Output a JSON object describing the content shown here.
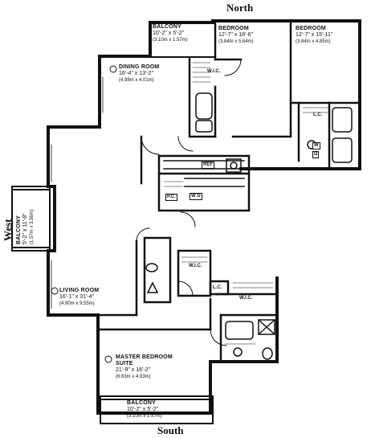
{
  "compass": {
    "north": "North",
    "south": "South",
    "west": "West"
  },
  "rooms": {
    "balcony_north": {
      "name": "BALCONY",
      "dim_ft": "10'-2\" x 5'-2\"",
      "dim_m": "(3.10m x 1.57m)"
    },
    "bedroom_1": {
      "name": "BEDROOM",
      "dim_ft": "12'-7\" x 18'-6\"",
      "dim_m": "(3.84m x 5.64m)"
    },
    "bedroom_2": {
      "name": "BEDROOM",
      "dim_ft": "12'-7\" x 15'-11\"",
      "dim_m": "(3.84m x 4.85m)"
    },
    "dining_room": {
      "name": "DINING ROOM",
      "dim_ft": "16'-4\" x 13'-2\"",
      "dim_m": "(4.98m x 4.01m)"
    },
    "balcony_west": {
      "name": "BALCONY",
      "dim_ft": "5'-2\" x 11'-8\"",
      "dim_m": "(1.57m x 3.56m)"
    },
    "living_room": {
      "name": "LIVING ROOM",
      "dim_ft": "16'-1\" x 31'-4\"",
      "dim_m": "(4.90m x 9.55m)"
    },
    "master_bedroom": {
      "name": "MASTER BEDROOM",
      "name_line2": "SUITE",
      "dim_ft": "21'-9\" x 16'-2\"",
      "dim_m": "(6.63m x 4.93m)"
    },
    "balcony_south": {
      "name": "BALCONY",
      "dim_ft": "10'-2\" x 5'-2\"",
      "dim_m": "(3.10m x 1.57m)"
    }
  },
  "fixtures": {
    "wic_1": "W.I.C.",
    "wic_2": "W.I.C.",
    "wic_3": "W.I.C.",
    "lc": "L.C.",
    "lc_2": "L.C.",
    "ref": "REF",
    "pc": "P.C.",
    "wd": "W D",
    "w": "W",
    "d": "D"
  }
}
